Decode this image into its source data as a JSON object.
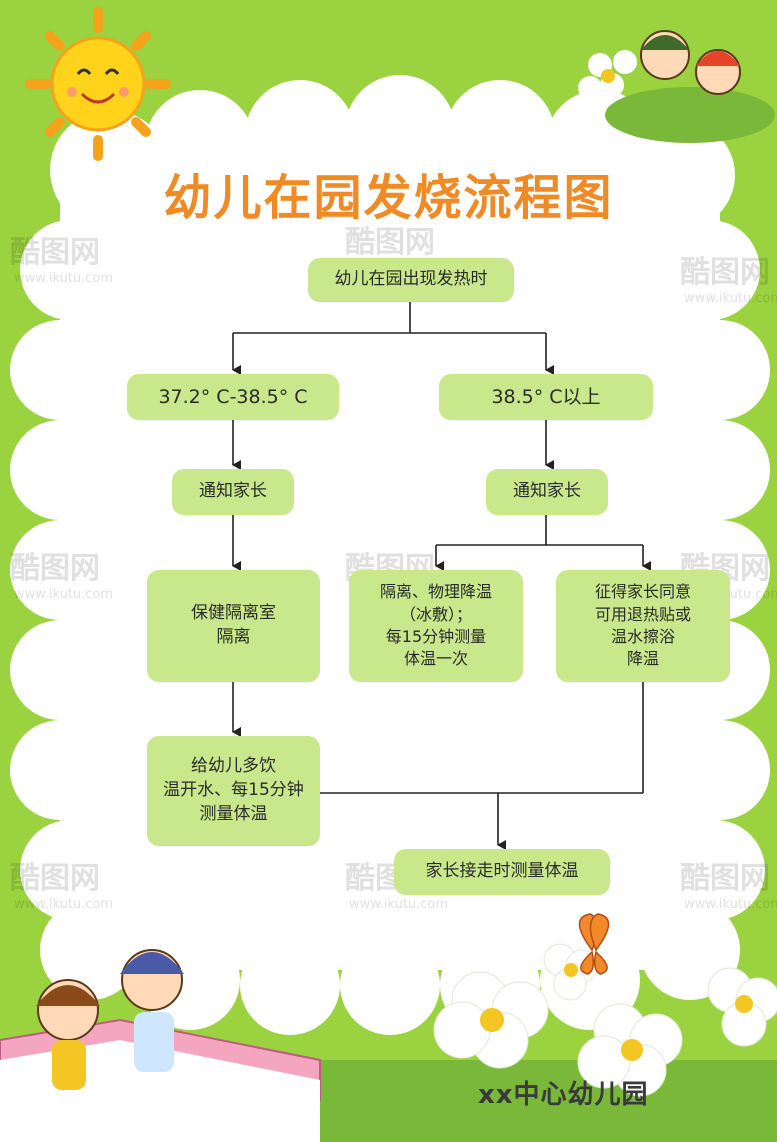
{
  "title": "幼儿在园发烧流程图",
  "footer": "xx中心幼儿园",
  "watermark": {
    "brand": "酷图网",
    "url": "www.ikutu.com"
  },
  "colors": {
    "background": "#9bd23f",
    "cloud": "#ffffff",
    "box": "#c9e88c",
    "title": "#f08a24",
    "line": "#222222"
  },
  "nodes": {
    "start": "幼儿在园出现发热时",
    "range_low": "37.2° C-38.5° C",
    "range_high": "38.5° C以上",
    "notify_left": "通知家长",
    "notify_right": "通知家长",
    "isolation_room": "保健隔离室\n隔离",
    "physical_cooling": "隔离、物理降温\n（冰敷）；\n每15分钟测量\n体温一次",
    "parent_consent": "征得家长同意\n可用退热贴或\n温水擦浴\n降温",
    "drink_water": "给幼儿多饮\n温开水、每15分钟\n测量体温",
    "pickup": "家长接走时测量体温"
  }
}
